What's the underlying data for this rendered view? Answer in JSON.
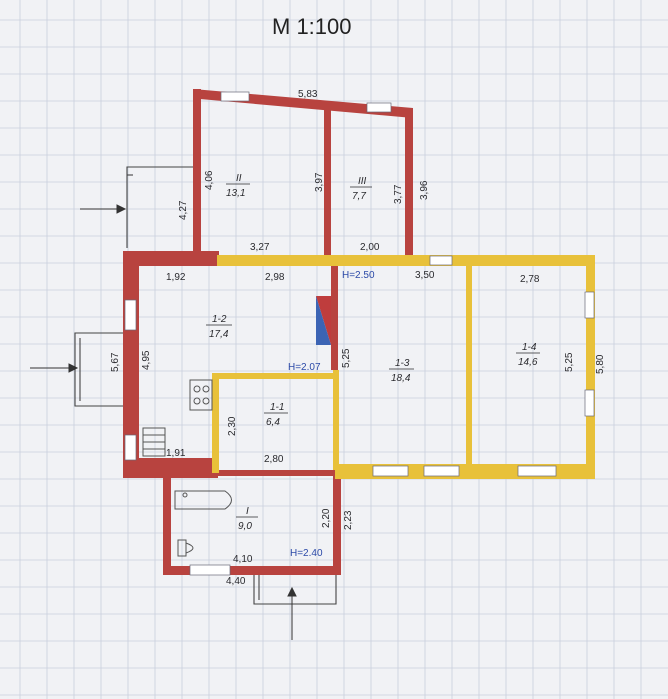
{
  "title": "M 1:100",
  "colors": {
    "wall_old": "#b8433f",
    "wall_new": "#e8c13a",
    "paper": "#f1f2f5",
    "grid": "#c9cfdc",
    "window": "#ffffff",
    "accent_blue": "#2c4aa8"
  },
  "rooms": [
    {
      "id": "II",
      "number": "II",
      "area": "13,1"
    },
    {
      "id": "III",
      "number": "III",
      "area": "7,7"
    },
    {
      "id": "1-2",
      "number": "1-2",
      "area": "17,4"
    },
    {
      "id": "1-3",
      "number": "1-3",
      "area": "18,4"
    },
    {
      "id": "1-4",
      "number": "1-4",
      "area": "14,6"
    },
    {
      "id": "1-1",
      "number": "1-1",
      "area": "6,4"
    },
    {
      "id": "I",
      "number": "I",
      "area": "9,0"
    }
  ],
  "dimensions": {
    "top_583": "5,83",
    "v_406": "4,06",
    "v_427": "4,27",
    "v_397": "3,97",
    "v_377": "3,77",
    "v_396": "3,96",
    "h_327": "3,27",
    "h_200": "2,00",
    "h_192": "1,92",
    "h_298": "2,98",
    "h_350": "3,50",
    "h_278": "2,78",
    "v_567": "5,67",
    "v_495": "4,95",
    "v_525a": "5,25",
    "v_525b": "5,25",
    "v_580": "5,80",
    "v_230": "2,30",
    "h_191": "1,91",
    "h_280": "2,80",
    "v_220": "2,20",
    "v_223": "2,23",
    "h_410": "4,10",
    "h_440": "4,40"
  },
  "heights": {
    "h1": "H=2.50",
    "h2": "H=2.07",
    "h3": "H=2.40"
  }
}
